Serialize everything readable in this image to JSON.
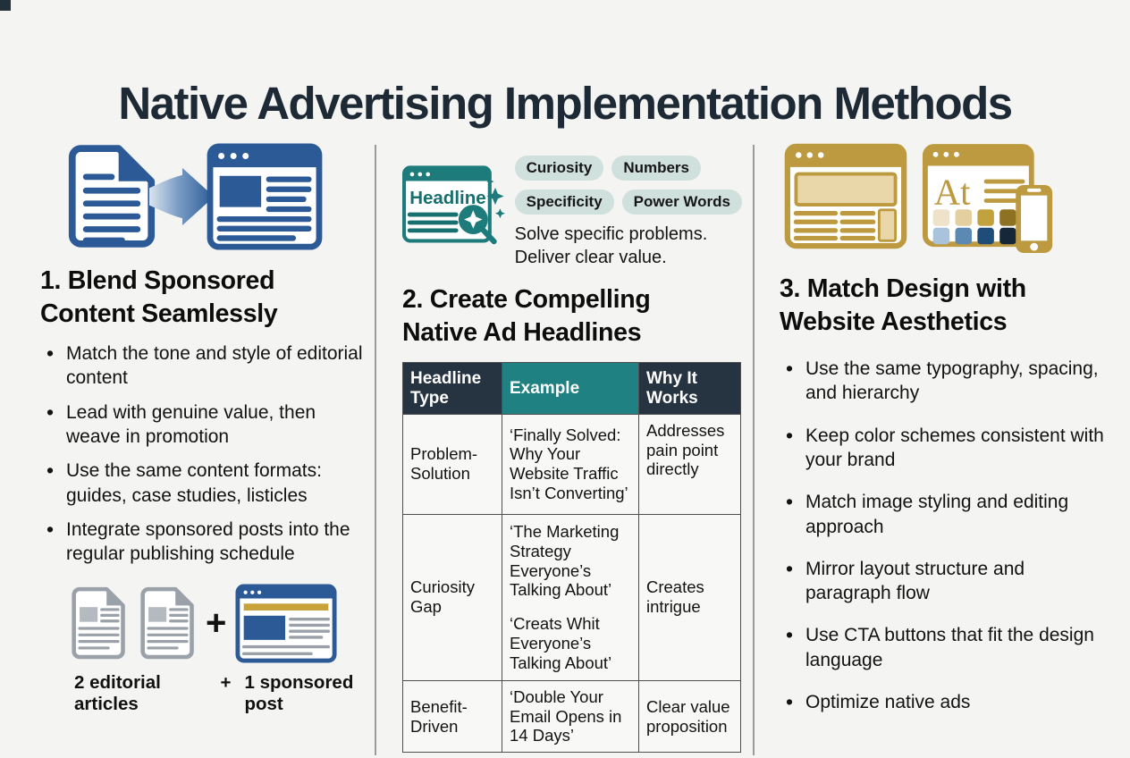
{
  "title": "Native Advertising Implementation Methods",
  "colors": {
    "background": "#f4f4f2",
    "title_text": "#1d2935",
    "blue": "#2b5a96",
    "teal": "#1e7f7f",
    "gold": "#bd9a3f",
    "table_header_navy": "#263340",
    "table_header_teal": "#1f8181",
    "pill_background": "#cfe0dd"
  },
  "col1": {
    "heading": "1. Blend Sponsored Content Seamlessly",
    "bullets": [
      "Match the tone and style of editorial content",
      "Lead with genuine value, then weave in promotion",
      "Use the same content formats: guides, case studies, listicles",
      "Integrate sponsored posts into the regular publishing schedule"
    ],
    "plus": "+",
    "caption_articles": "2 editorial articles",
    "caption_plus": "+",
    "caption_sponsored": "1 sponsored post"
  },
  "col2": {
    "heading": "2. Create Compelling Native Ad Headlines",
    "browser_label": "Headline",
    "tags": [
      "Curiosity",
      "Numbers",
      "Specificity",
      "Power Words"
    ],
    "note_line1": "Solve specific problems.",
    "note_line2": "Deliver clear value.",
    "table": {
      "headers": [
        "Headline Type",
        "Example",
        "Why It Works"
      ],
      "rows": [
        {
          "type": "Problem-Solution",
          "examples": [
            "‘Finally Solved: Why Your Website Traffic Isn’t Converting’"
          ],
          "why": "Addresses pain point directly"
        },
        {
          "type": "Curiosity Gap",
          "examples": [
            "‘The Marketing Strategy Everyone’s Talking About’",
            "‘Creats Whit Everyone’s Talking About’"
          ],
          "why": "Creates intrigue"
        },
        {
          "type": "Benefit-Driven",
          "examples": [
            "‘Double Your Email Opens in 14 Days’"
          ],
          "why": "Clear value proposition"
        }
      ]
    }
  },
  "col3": {
    "heading": "3. Match Design with Website Aesthetics",
    "browser_label": "At",
    "bullets": [
      "Use the same typography, spacing, and hierarchy",
      "Keep color schemes consistent with your brand",
      "Match image styling and editing approach",
      "Mirror layout structure and paragraph flow",
      "Use CTA buttons that fit the design language",
      "Optimize native ads"
    ]
  }
}
